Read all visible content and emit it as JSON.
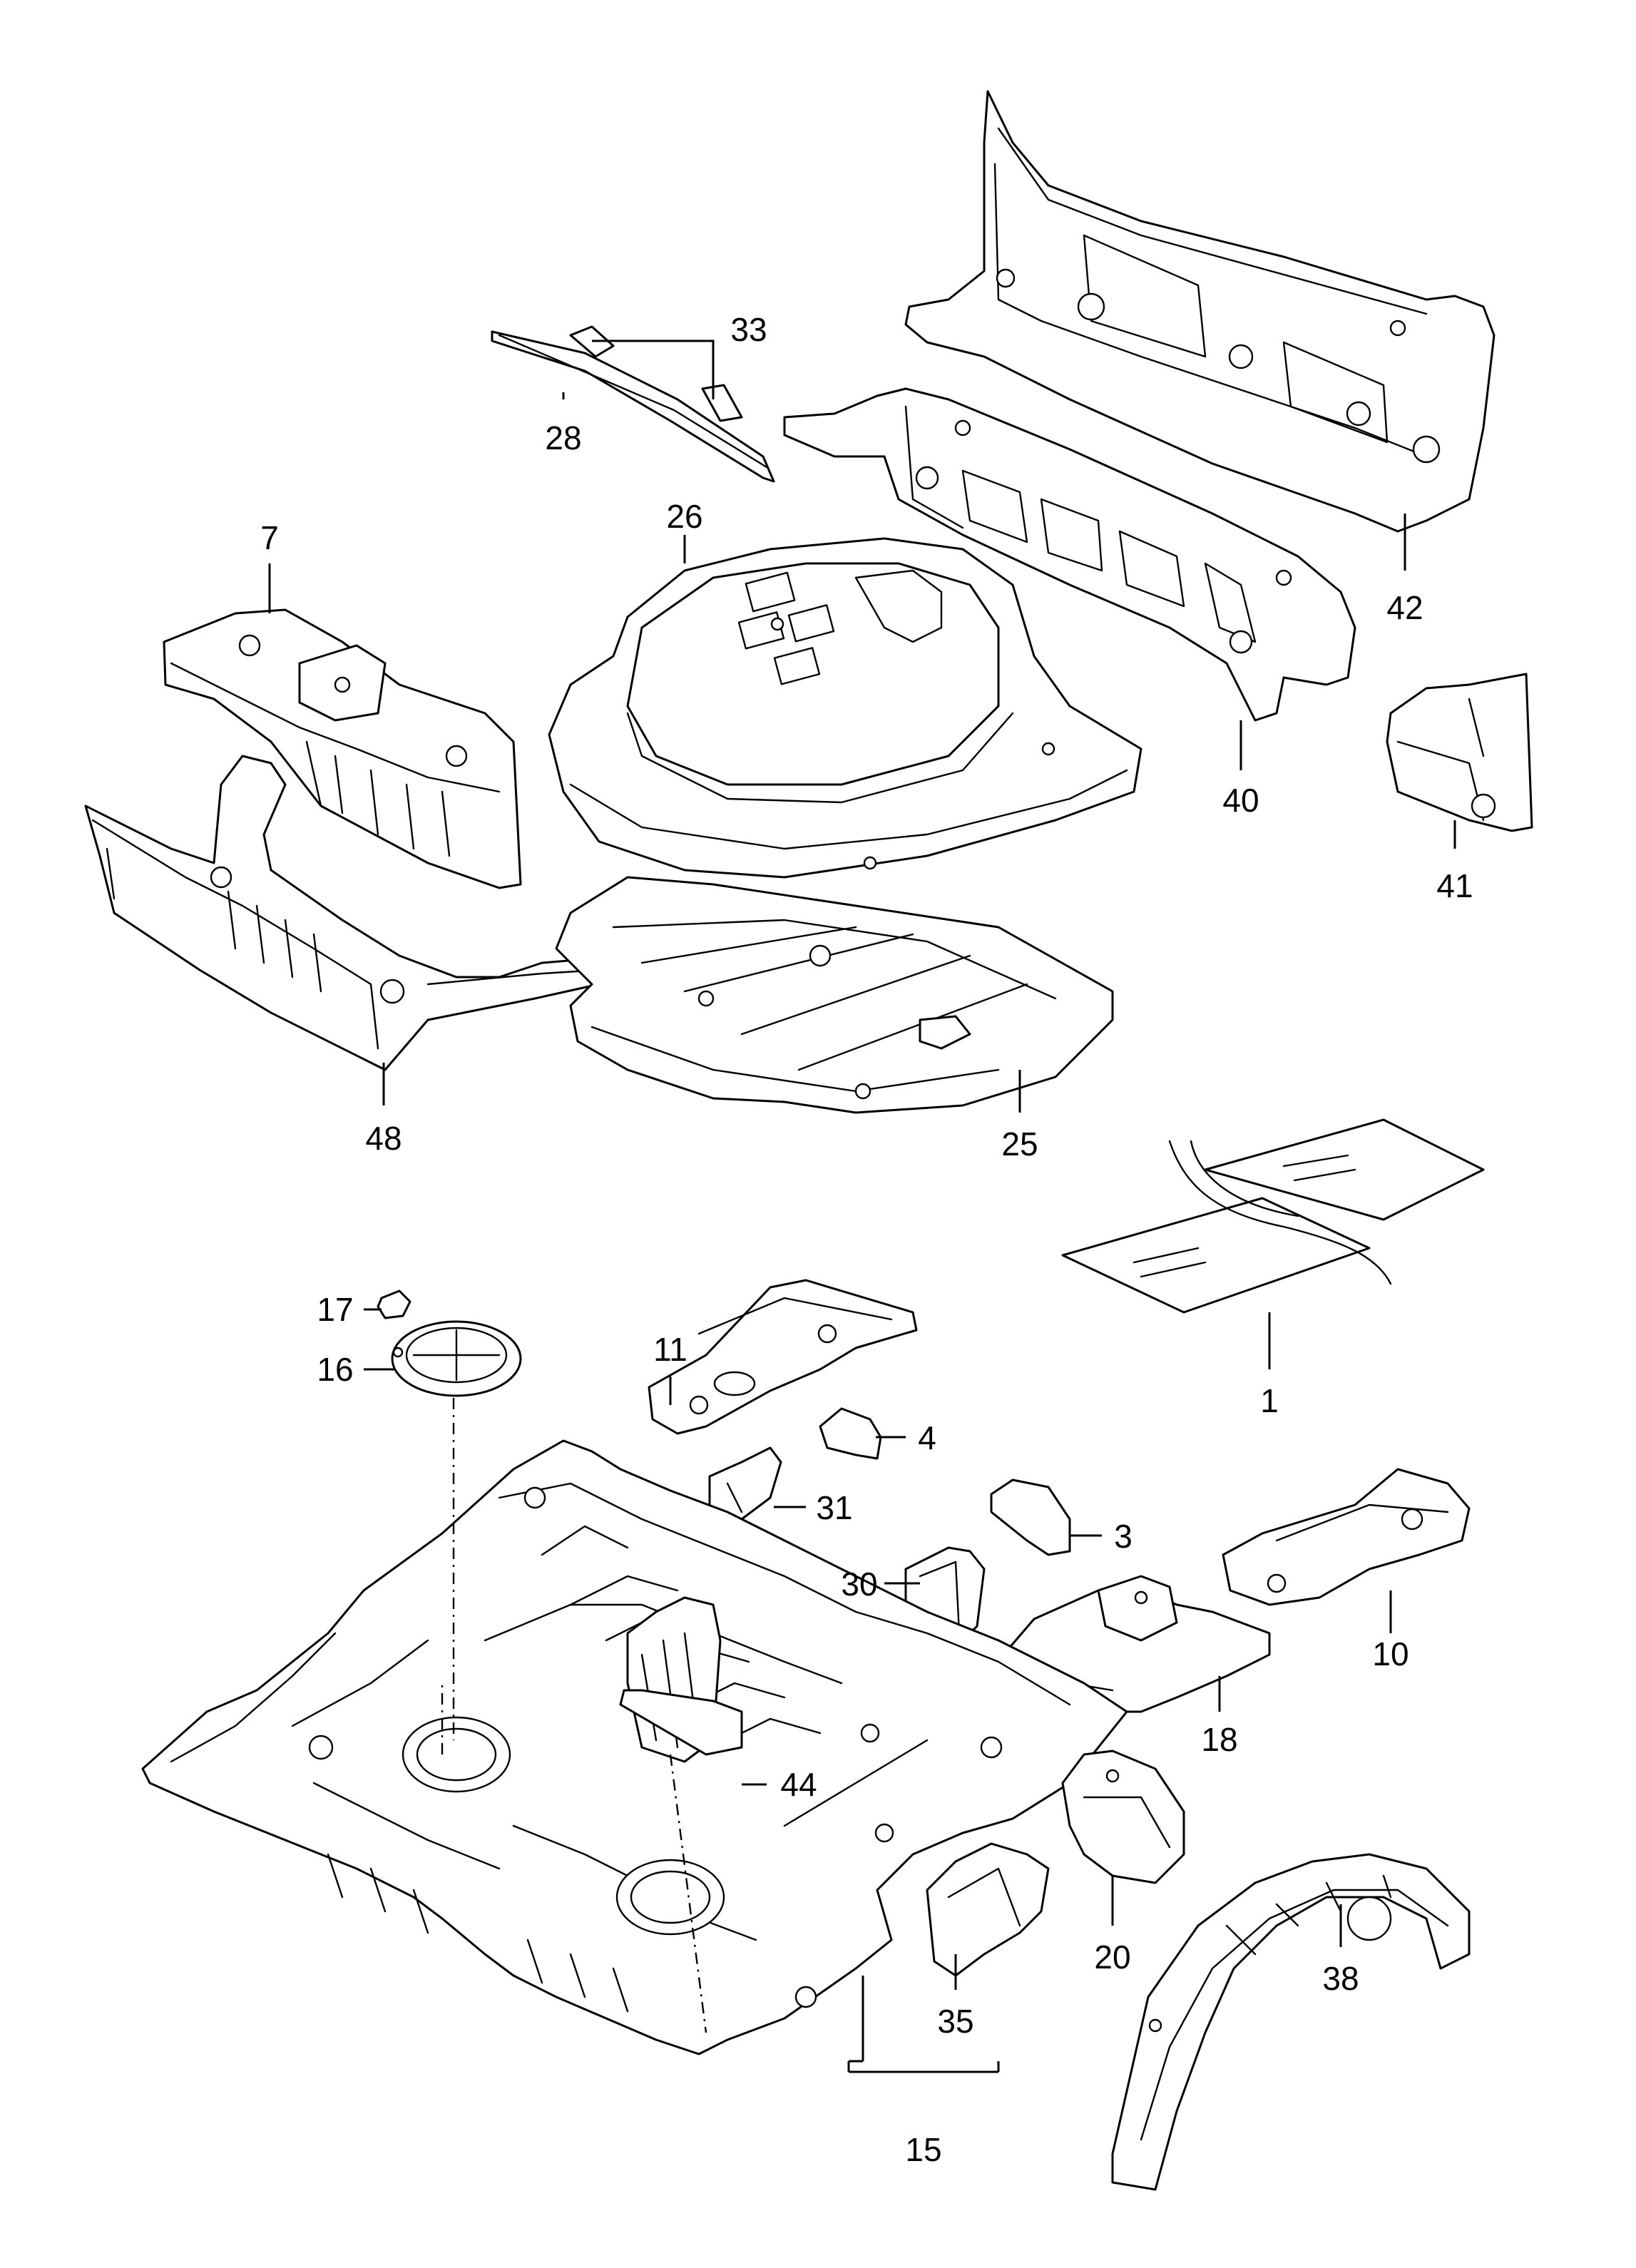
{
  "callouts": {
    "c33": "33",
    "c28": "28",
    "c26": "26",
    "c7": "7",
    "c42": "42",
    "c40": "40",
    "c41": "41",
    "c48": "48",
    "c25": "25",
    "c1": "1",
    "c17": "17",
    "c16": "16",
    "c11": "11",
    "c4": "4",
    "c31": "31",
    "c3": "3",
    "c30": "30",
    "c10": "10",
    "c18": "18",
    "c44": "44",
    "c20": "20",
    "c38": "38",
    "c35": "35",
    "c15": "15"
  }
}
